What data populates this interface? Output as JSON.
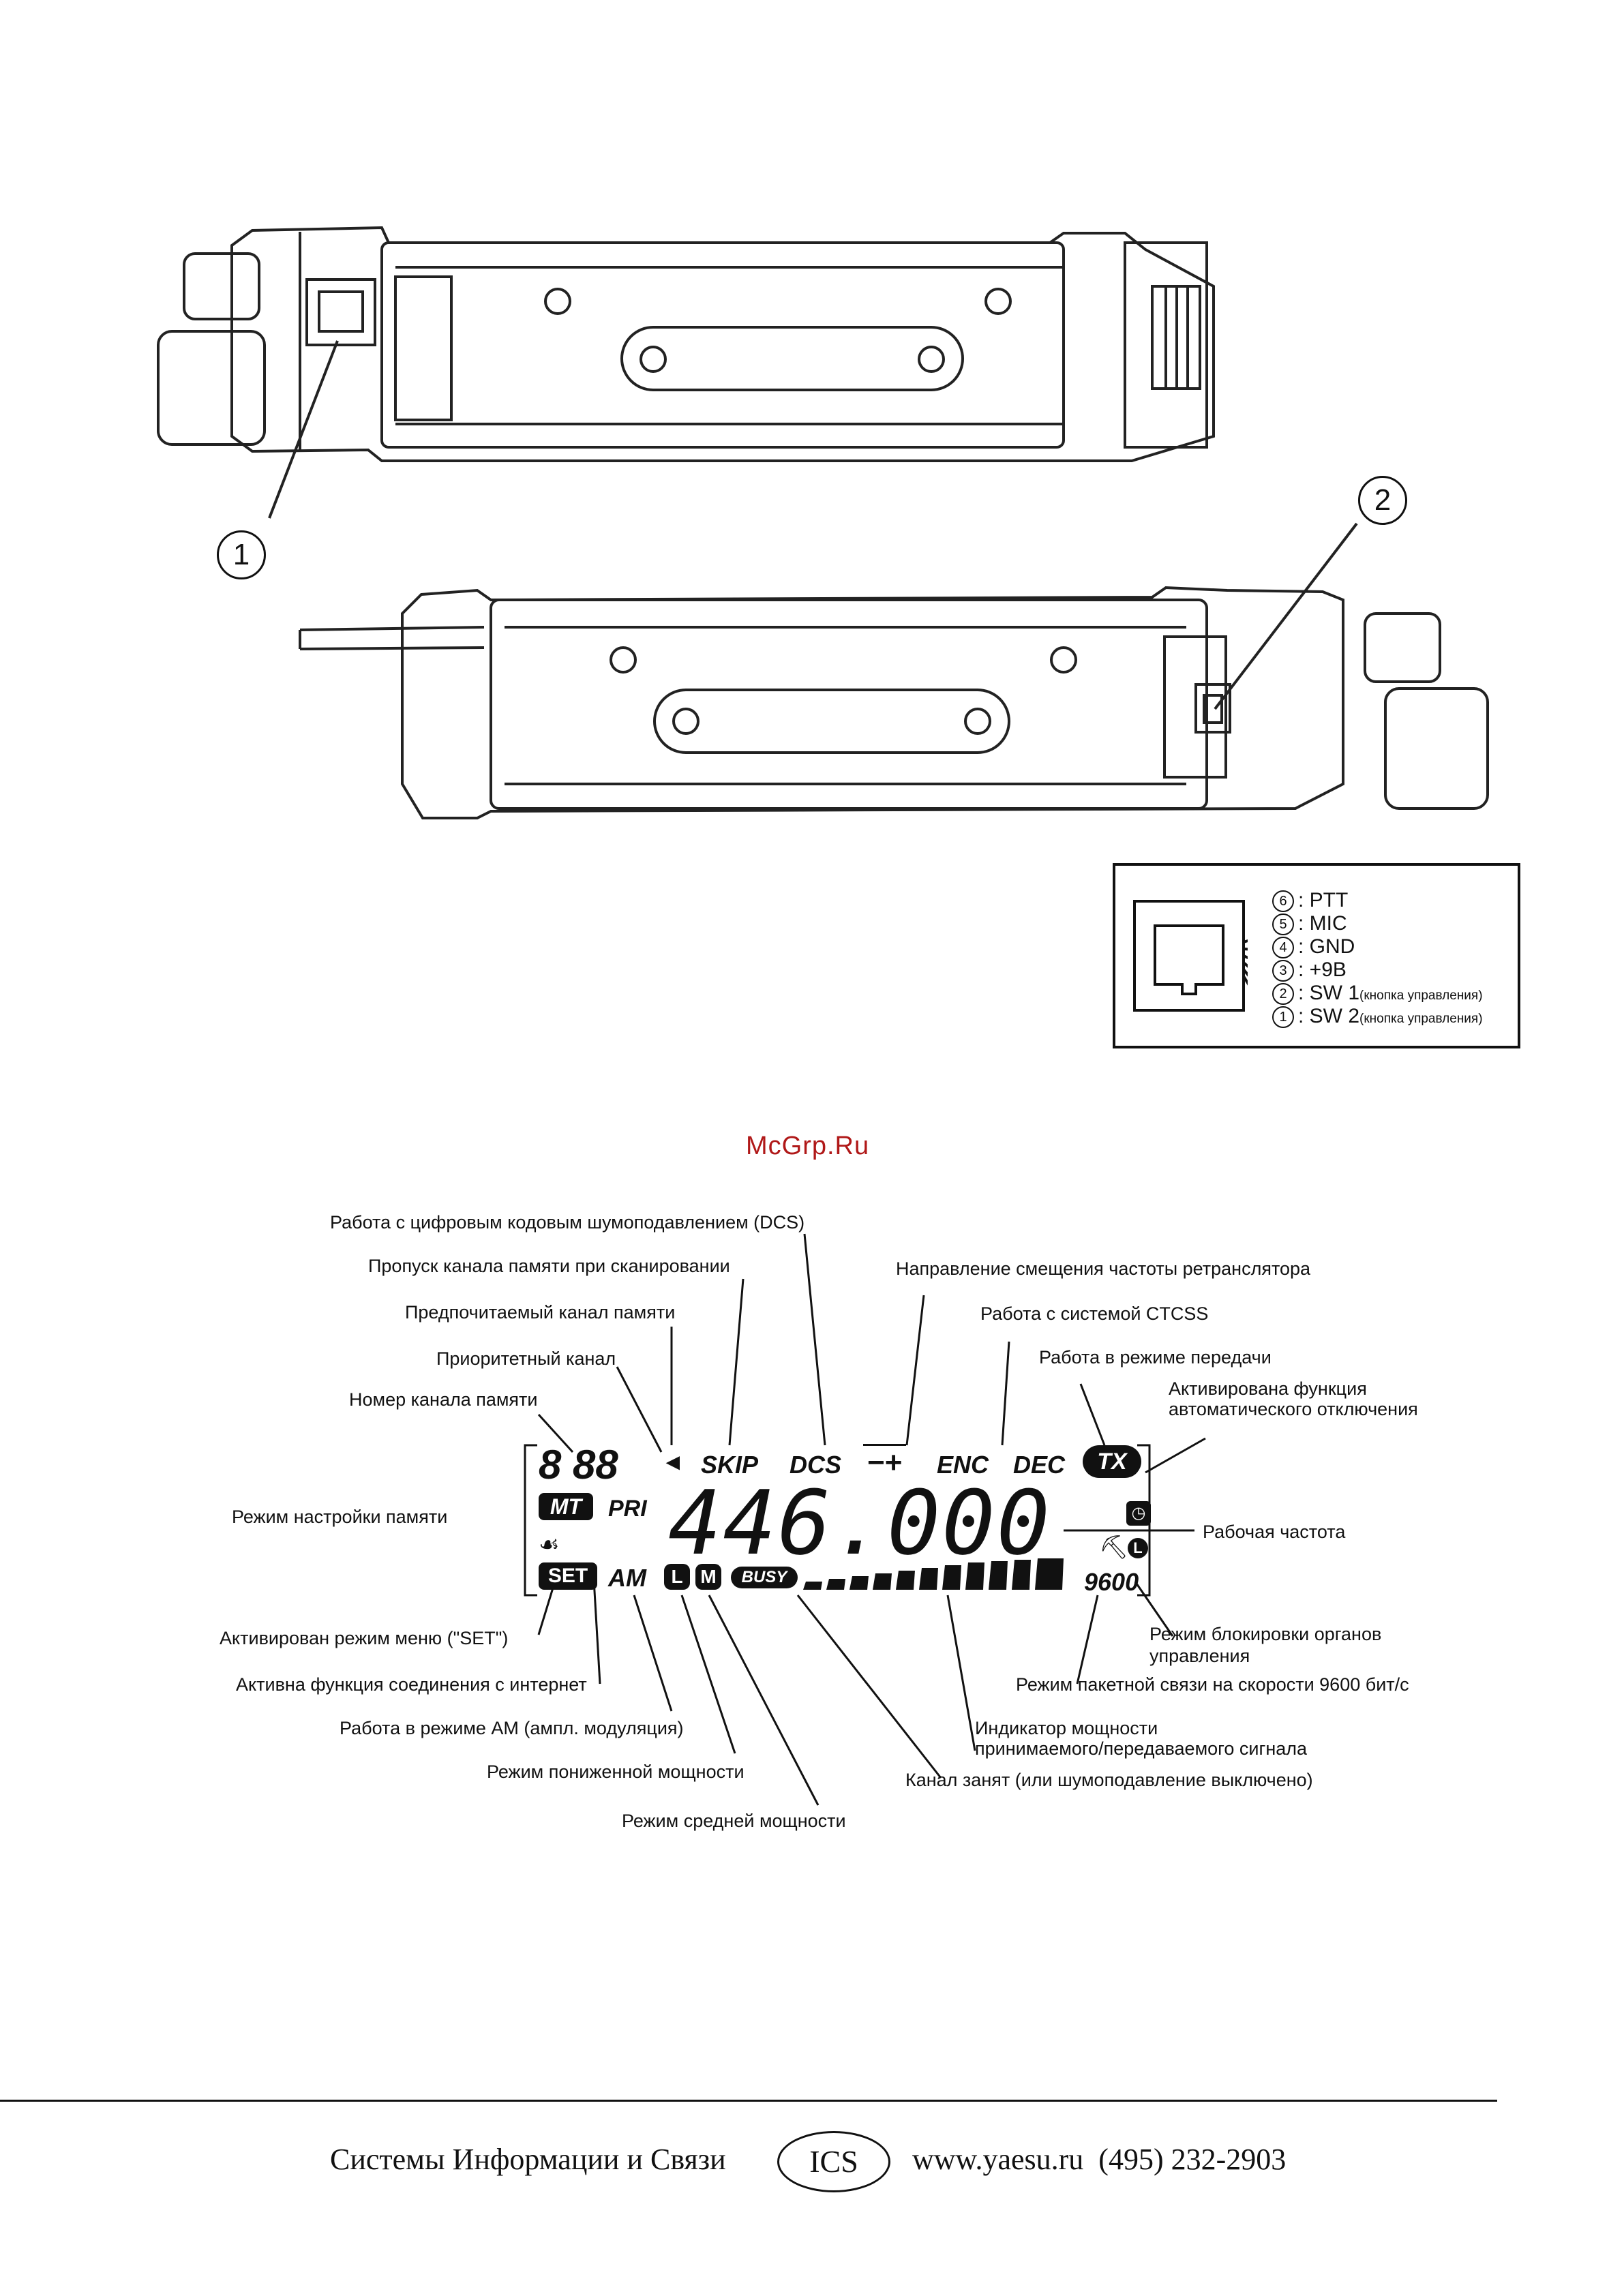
{
  "figure": {
    "callouts": [
      "1",
      "2"
    ],
    "pinout": [
      {
        "num": "6",
        "name": ": PTT",
        "note": ""
      },
      {
        "num": "5",
        "name": ": MIC",
        "note": ""
      },
      {
        "num": "4",
        "name": ": GND",
        "note": ""
      },
      {
        "num": "3",
        "name": ": +9B",
        "note": ""
      },
      {
        "num": "2",
        "name": ": SW 1",
        "note": "(кнопка управления)"
      },
      {
        "num": "1",
        "name": ": SW 2",
        "note": "(кнопка управления)"
      }
    ]
  },
  "watermark": "McGrp.Ru",
  "display": {
    "memory_channel_digits": "8 88",
    "pref_marker": "◄",
    "skip": "SKIP",
    "dcs": "DCS",
    "shift": "−+",
    "enc": "ENC",
    "dec": "DEC",
    "tx": "TX",
    "mt": "MT",
    "pri": "PRI",
    "frequency": "446.000",
    "set": "SET",
    "am": "AM",
    "low": "L",
    "mid": "M",
    "busy": "BUSY",
    "baud": "9600",
    "lock_letter": "L"
  },
  "labels": {
    "dcs": "Работа с цифровым кодовым шумоподавлением (DCS)",
    "skip": "Пропуск канала памяти при сканировании",
    "preferred": "Предпочитаемый канал памяти",
    "priority": "Приоритетный канал",
    "mem_number": "Номер канала памяти",
    "mem_tune": "Режим настройки памяти",
    "set_menu": "Активирован режим меню (\"SET\")",
    "internet": "Активна функция соединения с интернет",
    "am_mode": "Работа в режиме AM (ампл. модуляция)",
    "low_power": "Режим пониженной мощности",
    "mid_power": "Режим средней мощности",
    "shift_dir": "Направление смещения частоты ретранслятора",
    "ctcss": "Работа с системой CTCSS",
    "tx_mode": "Работа в режиме передачи",
    "apo_1": "Активирована функция",
    "apo_2": "автоматического отключения",
    "op_freq": "Рабочая частота",
    "lock_1": "Режим блокировки органов",
    "lock_2": "управления",
    "packet": "Режим пакетной связи на скорости 9600 бит/с",
    "smeter_1": "Индикатор мощности",
    "smeter_2": "принимаемого/передаваемого сигнала",
    "busy": "Канал занят (или шумоподавление выключено)"
  },
  "footer": {
    "company": "Системы Информации и Связи",
    "logo": "ICS",
    "url_phone": "www.yaesu.ru  (495) 232-2903"
  }
}
